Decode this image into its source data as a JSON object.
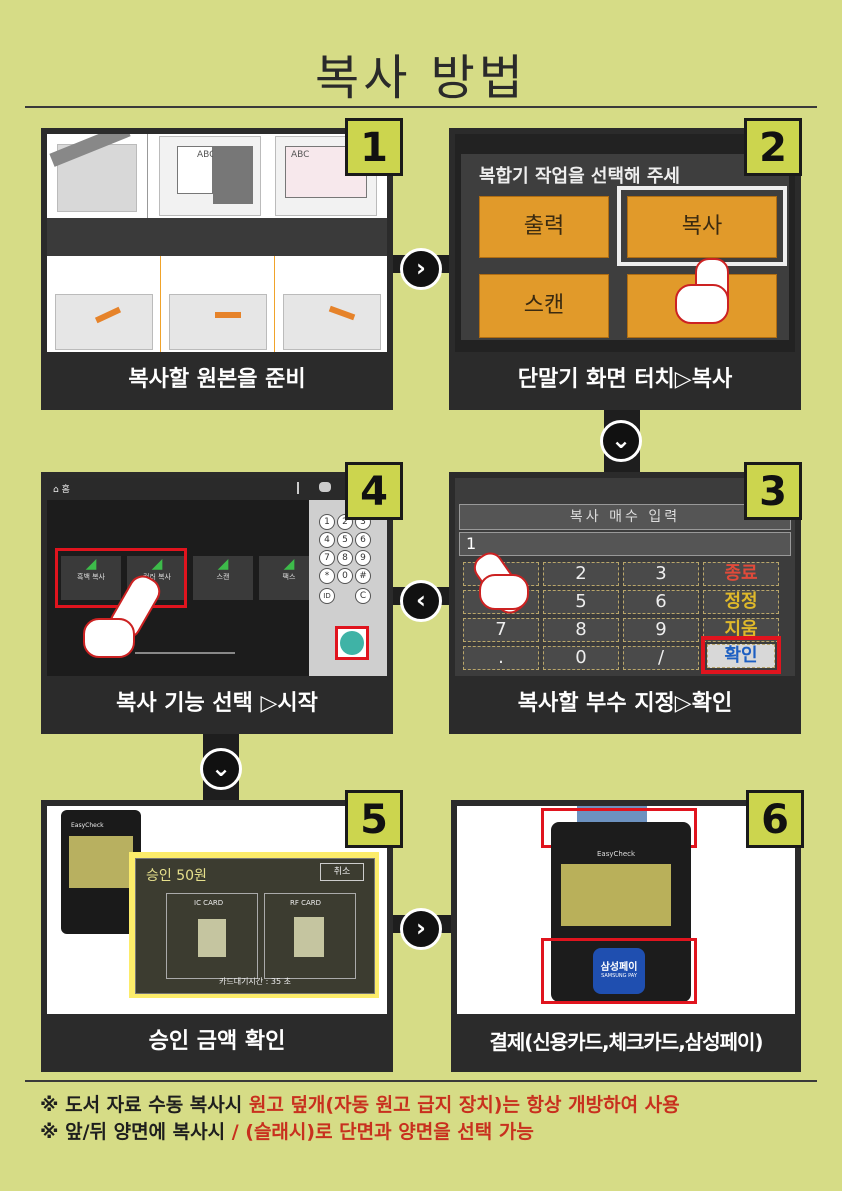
{
  "title": "복사 방법",
  "steps": [
    {
      "num": "1",
      "caption": "복사할 원본을 준비",
      "screen": {
        "label": "ABC"
      }
    },
    {
      "num": "2",
      "caption": "단말기 화면 터치▷복사",
      "screen": {
        "header": "복합기 작업을 선택해 주세",
        "buttons": [
          "출력",
          "복사",
          "스캔",
          ""
        ]
      }
    },
    {
      "num": "3",
      "caption": "복사할 부수 지정▷확인",
      "screen": {
        "header": "복사 매수 입력",
        "value": "1",
        "keys": [
          "1",
          "2",
          "3",
          "종료",
          "4",
          "5",
          "6",
          "정정",
          "7",
          "8",
          "9",
          "지움",
          ".",
          "0",
          "/",
          "확인"
        ]
      }
    },
    {
      "num": "4",
      "caption": "복사 기능 선택 ▷시작",
      "screen": {
        "home": "홈",
        "funcs": [
          "흑백 복사",
          "컬러 복사",
          "스캔",
          "팩스"
        ],
        "pad": [
          "1",
          "2",
          "3",
          "4",
          "5",
          "6",
          "7",
          "8",
          "9",
          "*",
          "0",
          "#",
          "ID",
          "C"
        ]
      }
    },
    {
      "num": "5",
      "caption": "승인 금액 확인",
      "screen": {
        "amount": "승인 50원",
        "cancel": "취소",
        "ic": "IC CARD",
        "rf": "RF CARD",
        "wait": "카드대기시간 : 35 초",
        "brand": "EasyCheck"
      }
    },
    {
      "num": "6",
      "caption": "결제(신용카드,체크카드,삼성페이)",
      "screen": {
        "pay": "삼성페이",
        "pay_sub": "SAMSUNG PAY",
        "brand": "EasyCheck"
      }
    }
  ],
  "notes": [
    {
      "prefix": "※ 도서 자료 수동 복사시 ",
      "red": "원고 덮개(자동 원고 급지 장치)는 항상 개방하여 사용"
    },
    {
      "prefix": "※ 앞/뒤 양면에 복사시 ",
      "red": "/ (슬래시)로 단면과 양면을 선택 가능"
    }
  ],
  "colors": {
    "background": "#d6dc86",
    "panel": "#2b2b2b",
    "badge": "#ccd54e",
    "highlight": "#e0141e",
    "note_red": "#c8301e"
  },
  "icons": [
    "chevron-right-icon",
    "chevron-down-icon",
    "chevron-left-icon",
    "hand-pointer-icon",
    "home-icon",
    "start-button-icon"
  ]
}
